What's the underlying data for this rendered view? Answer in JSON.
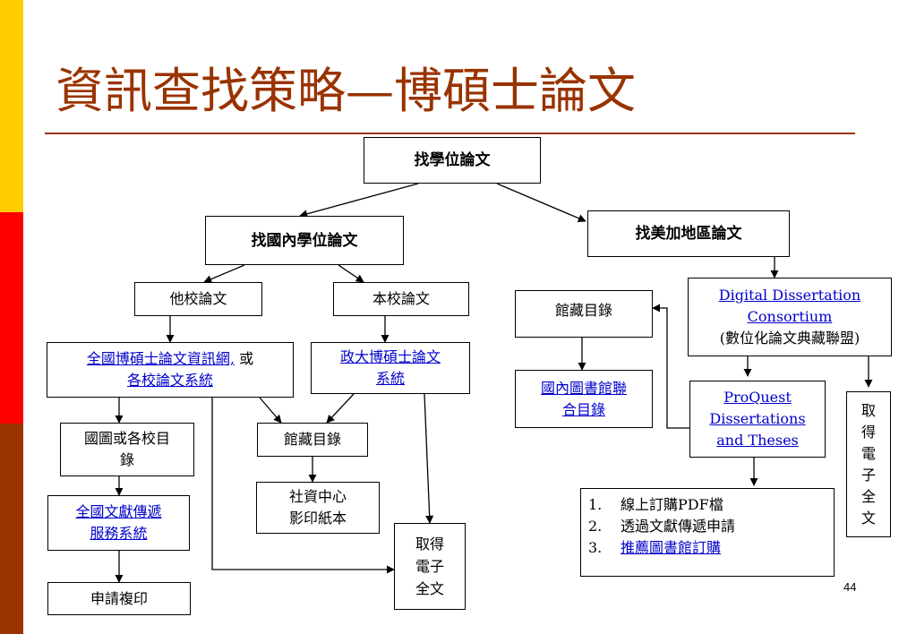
{
  "slide": {
    "title": "資訊查找策略—博碩士論文",
    "page_number": "44",
    "stripe_colors": [
      "#ffcc00",
      "#ff0000",
      "#993300"
    ],
    "title_color": "#993300",
    "link_color": "#0000cc"
  },
  "nodes": {
    "root": "找學位論文",
    "domestic": "找國內學位論文",
    "foreign": "找美加地區論文",
    "other_schools": "他校論文",
    "our_school": "本校論文",
    "ncl_system": {
      "line1": "全國博碩士論文資訊網,",
      "line1_plain": " 或",
      "line2": "各校論文系統"
    },
    "nccu_system": {
      "line1": "政大博碩士論文",
      "line2": "系統"
    },
    "library_catalog_left": "館藏目錄",
    "library_catalog_right": "館藏目錄",
    "ncl_or_school_catalog": {
      "line1": "國圖或各校目",
      "line2": "錄"
    },
    "doc_delivery": {
      "line1": "全國文獻傳遞",
      "line2": "服務系統"
    },
    "apply_copy": "申請複印",
    "social_center": {
      "line1": "社資中心",
      "line2": "影印紙本"
    },
    "fulltext_middle": [
      "取得",
      "電子",
      "全文"
    ],
    "union_catalog": {
      "line1": "國內圖書館聯",
      "line2": "合目錄"
    },
    "ddc": {
      "line1": "Digital Dissertation",
      "line2": "Consortium",
      "line3": "(數位化論文典藏聯盟)"
    },
    "proquest": {
      "line1": "ProQuest",
      "line2": "Dissertations",
      "line3": "and Theses"
    },
    "fulltext_right": [
      "取",
      "得",
      "電",
      "子",
      "全",
      "文"
    ],
    "options": [
      {
        "num": "1.",
        "text": "線上訂購PDF檔",
        "link": false
      },
      {
        "num": "2.",
        "text": "透過文獻傳遞申請",
        "link": false
      },
      {
        "num": "3.",
        "text": "推薦圖書館訂購",
        "link": true
      }
    ]
  }
}
